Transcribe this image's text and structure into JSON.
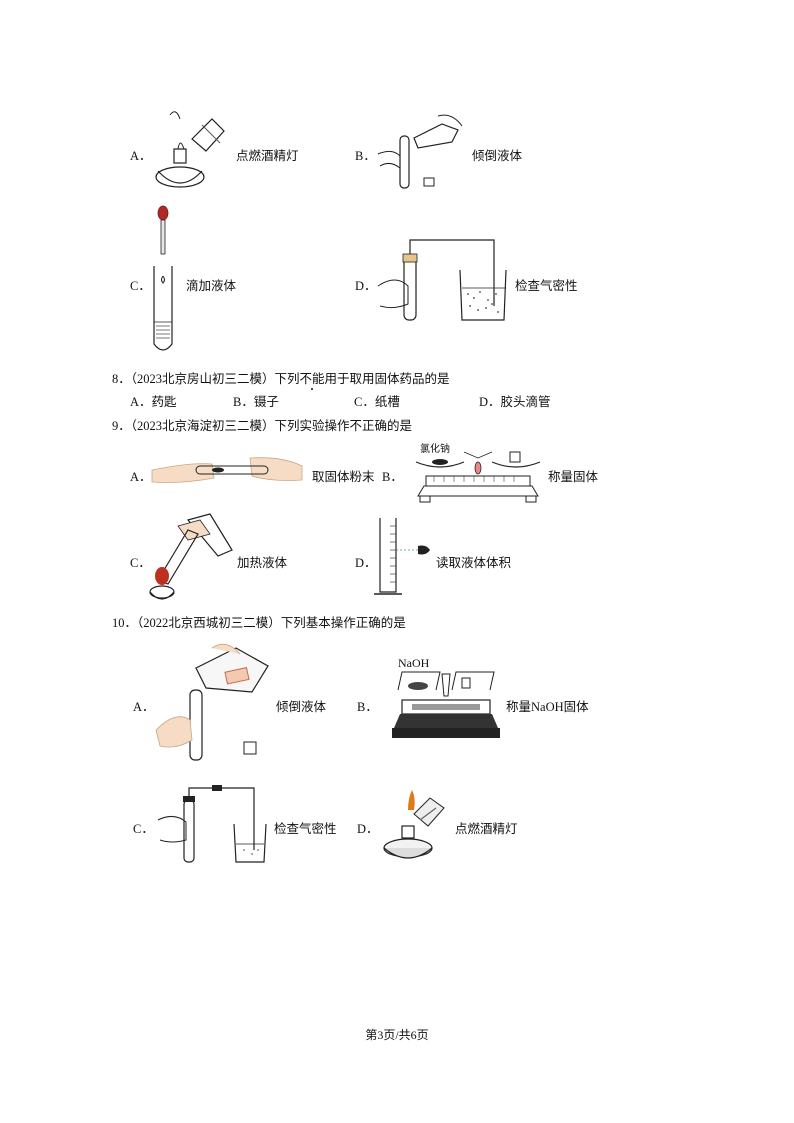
{
  "q7": {
    "options": [
      {
        "letter": "A．",
        "caption": "点燃酒精灯"
      },
      {
        "letter": "B．",
        "caption": "倾倒液体"
      },
      {
        "letter": "C．",
        "caption": "滴加液体"
      },
      {
        "letter": "D．",
        "caption": "检查气密性"
      }
    ]
  },
  "q8": {
    "stem_prefix": "8．（2023北京房山初三二模）下列",
    "stem_emph": "不能",
    "stem_suffix": "用于取用固体药品的是",
    "options": [
      {
        "letter": "A．",
        "text": "药匙"
      },
      {
        "letter": "B．",
        "text": "镊子"
      },
      {
        "letter": "C．",
        "text": "纸槽"
      },
      {
        "letter": "D．",
        "text": "胶头滴管"
      }
    ]
  },
  "q9": {
    "stem": "9．（2023北京海淀初三二模）下列实验操作不正确的是",
    "options": [
      {
        "letter": "A．",
        "caption": "取固体粉末"
      },
      {
        "letter": "B．",
        "caption": "称量固体"
      },
      {
        "letter": "C．",
        "caption": "加热液体"
      },
      {
        "letter": "D．",
        "caption": "读取液体体积"
      }
    ],
    "balance_label": "氯化钠"
  },
  "q10": {
    "stem": "10．（2022北京西城初三二模）下列基本操作正确的是",
    "options": [
      {
        "letter": "A．",
        "caption": "倾倒液体"
      },
      {
        "letter": "B．",
        "caption": "称量NaOH固体"
      },
      {
        "letter": "C．",
        "caption": "检查气密性"
      },
      {
        "letter": "D．",
        "caption": "点燃酒精灯"
      }
    ],
    "balance_label": "NaOH"
  },
  "footer": {
    "page": "第3页/共6页"
  }
}
